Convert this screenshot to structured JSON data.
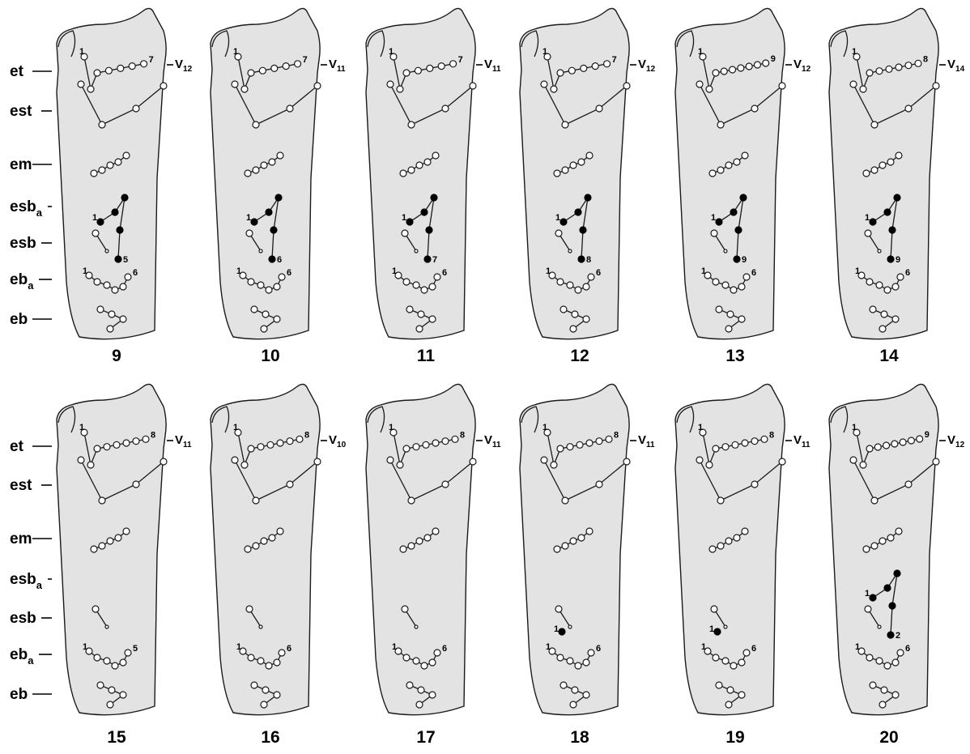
{
  "row_labels": [
    {
      "base": "et",
      "sub": ""
    },
    {
      "base": "est",
      "sub": ""
    },
    {
      "base": "em",
      "sub": ""
    },
    {
      "base": "esb",
      "sub": "a"
    },
    {
      "base": "esb",
      "sub": ""
    },
    {
      "base": "eb",
      "sub": "a"
    },
    {
      "base": "eb",
      "sub": ""
    }
  ],
  "panels": [
    {
      "number": "9",
      "v_label": "V",
      "v_sub": "12",
      "et_end": "7",
      "eba_end": "6",
      "esb_start": "1",
      "esb_end": "5"
    },
    {
      "number": "10",
      "v_label": "V",
      "v_sub": "11",
      "et_end": "7",
      "eba_end": "6",
      "esb_start": "1",
      "esb_end": "6"
    },
    {
      "number": "11",
      "v_label": "V",
      "v_sub": "11",
      "et_end": "7",
      "eba_end": "6",
      "esb_start": "1",
      "esb_end": "7"
    },
    {
      "number": "12",
      "v_label": "V",
      "v_sub": "12",
      "et_end": "7",
      "eba_end": "6",
      "esb_start": "1",
      "esb_end": "8"
    },
    {
      "number": "13",
      "v_label": "V",
      "v_sub": "12",
      "et_end": "9",
      "eba_end": "6",
      "esb_start": "1",
      "esb_end": "9"
    },
    {
      "number": "14",
      "v_label": "V",
      "v_sub": "14",
      "et_end": "8",
      "eba_end": "6",
      "esb_start": "1",
      "esb_end": "9"
    },
    {
      "number": "15",
      "v_label": "V",
      "v_sub": "11",
      "et_end": "8",
      "eba_end": "5"
    },
    {
      "number": "16",
      "v_label": "V",
      "v_sub": "10",
      "et_end": "8",
      "eba_end": "6"
    },
    {
      "number": "17",
      "v_label": "V",
      "v_sub": "11",
      "et_end": "8",
      "eba_end": "6"
    },
    {
      "number": "18",
      "v_label": "V",
      "v_sub": "11",
      "et_end": "8",
      "eba_end": "6",
      "esb_start": "1"
    },
    {
      "number": "19",
      "v_label": "V",
      "v_sub": "11",
      "et_end": "8",
      "eba_end": "6",
      "esb_start": "1"
    },
    {
      "number": "20",
      "v_label": "V",
      "v_sub": "12",
      "et_end": "9",
      "eba_end": "6",
      "esb_start": "1",
      "esb_end": "2"
    }
  ],
  "start_label": "1"
}
